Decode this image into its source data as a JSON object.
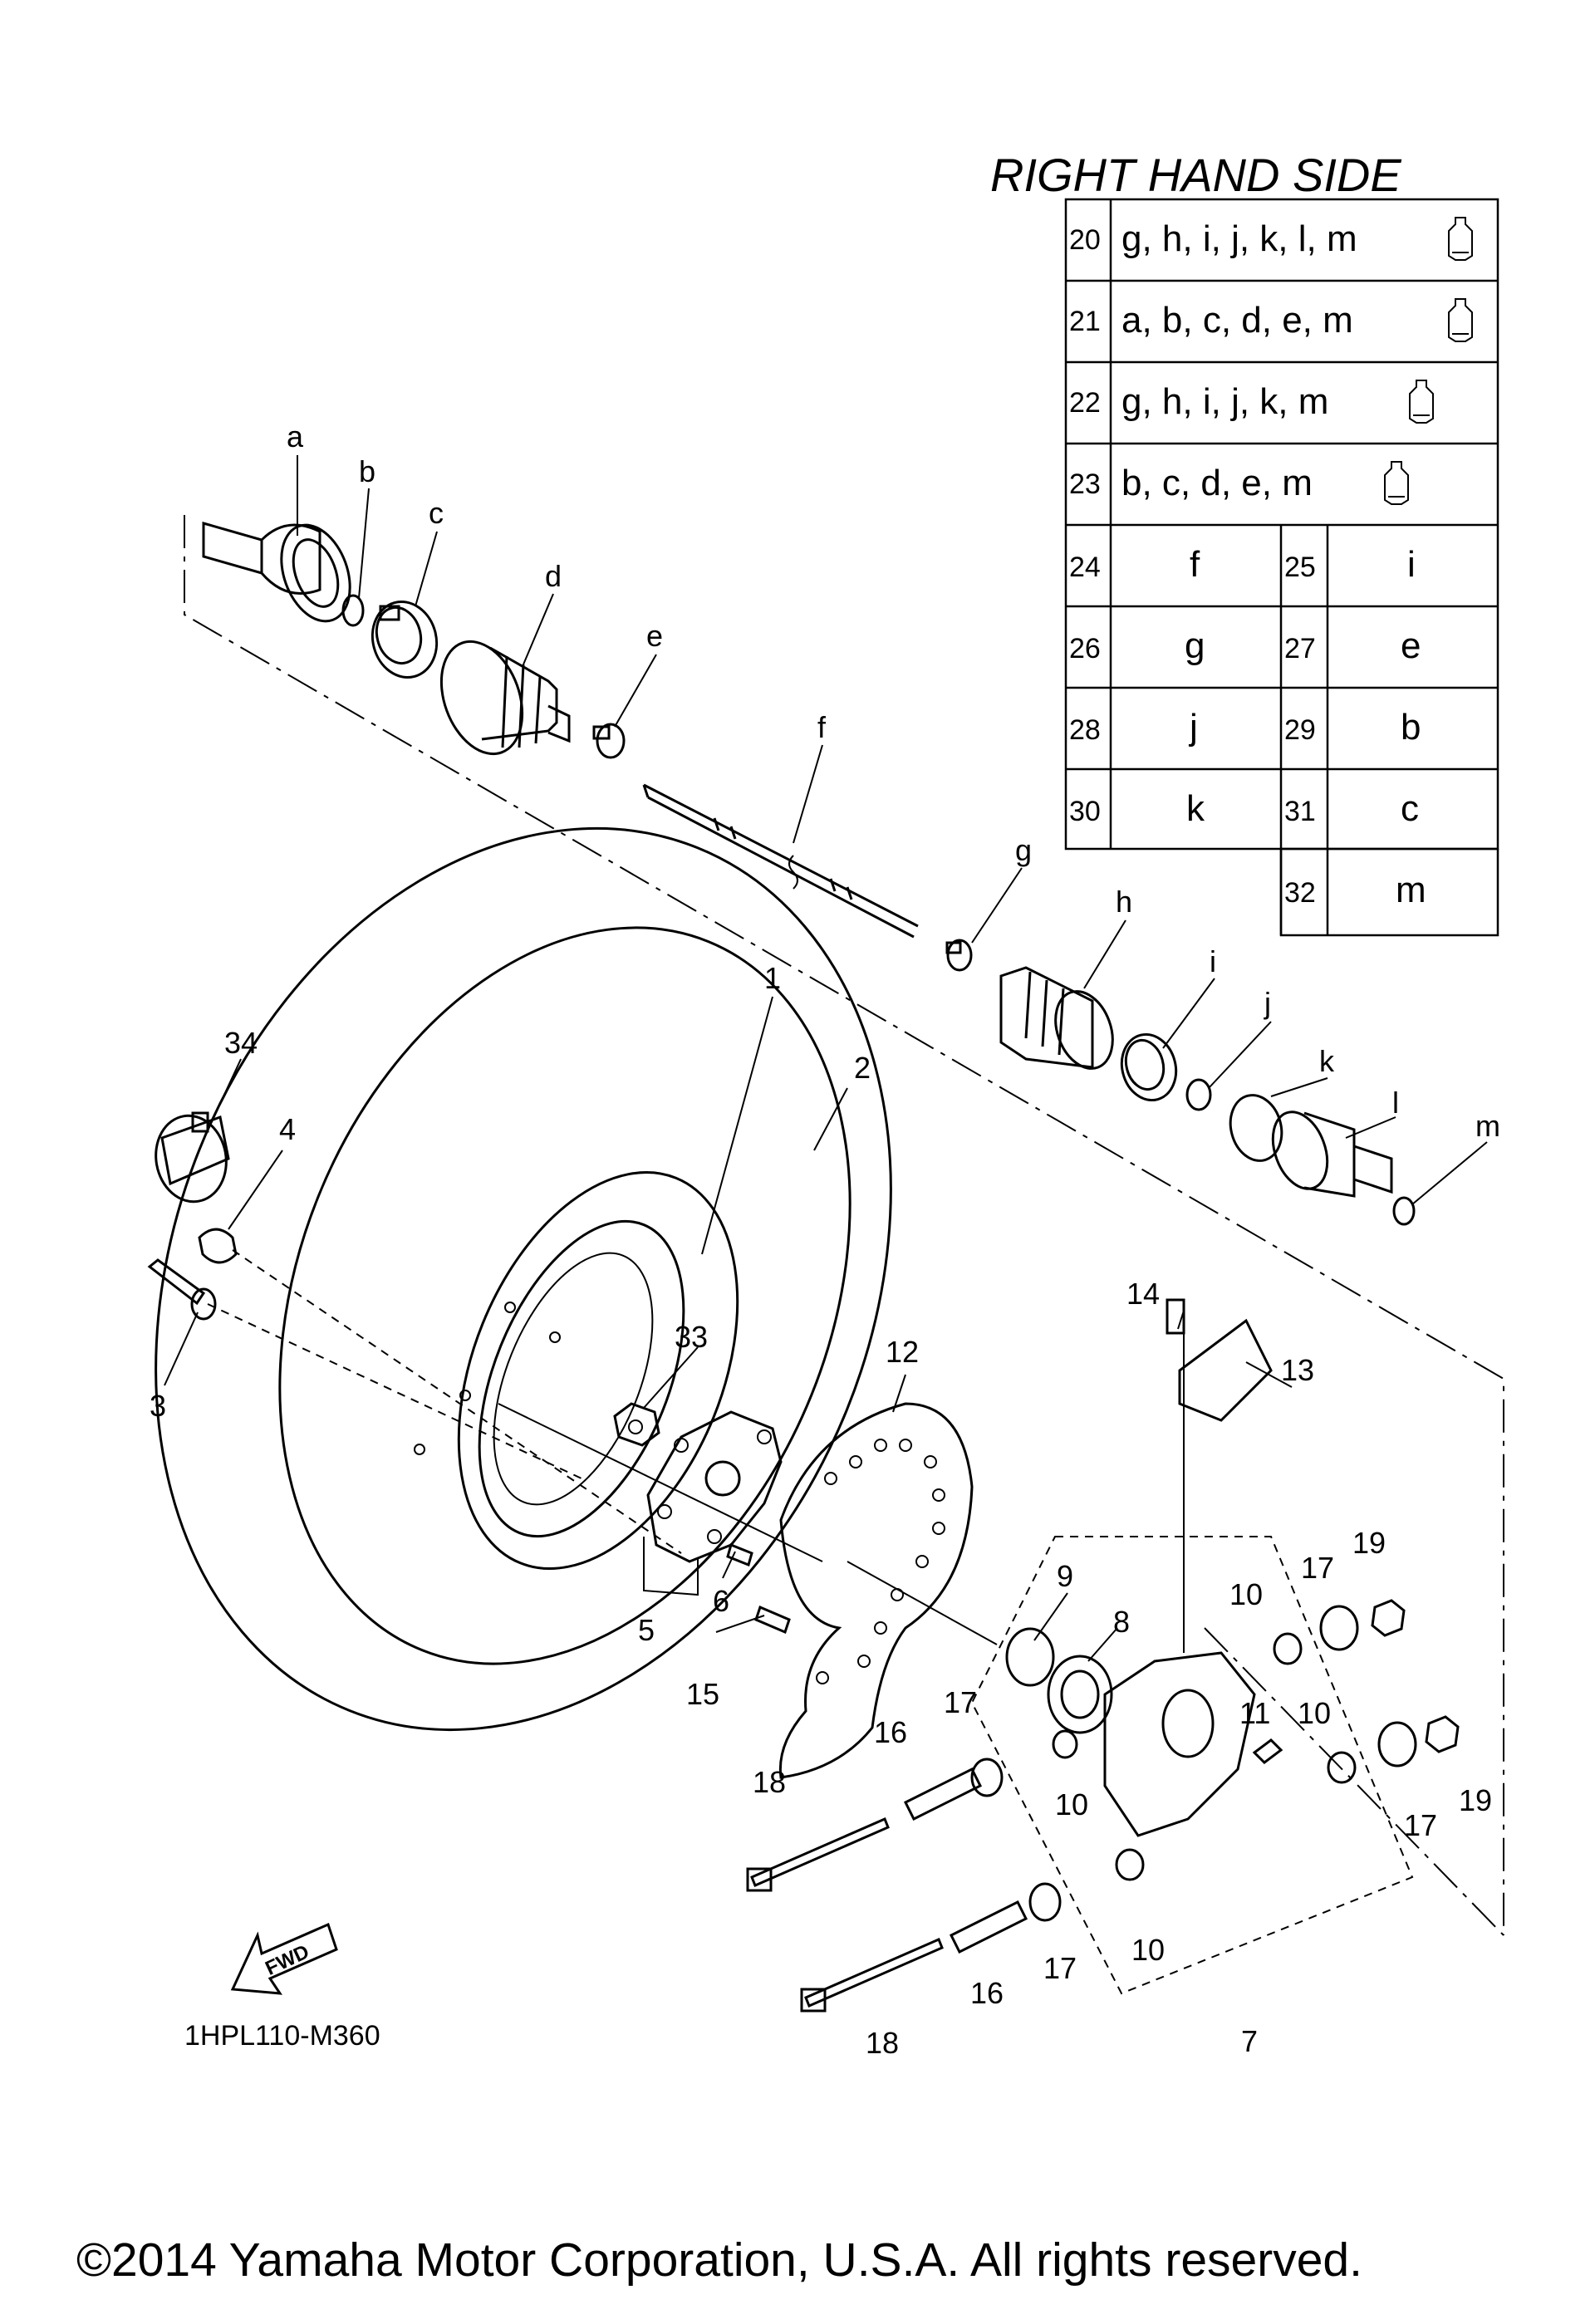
{
  "table": {
    "title": "RIGHT HAND SIDE",
    "wide_rows": [
      {
        "num": "20",
        "letters": "g, h, i, j, k, l, m"
      },
      {
        "num": "21",
        "letters": "a, b, c, d, e, m"
      },
      {
        "num": "22",
        "letters": "g, h, i, j, k, m"
      },
      {
        "num": "23",
        "letters": "b, c, d, e, m"
      }
    ],
    "pair_rows": [
      {
        "num1": "24",
        "val1": "f",
        "num2": "25",
        "val2": "i"
      },
      {
        "num1": "26",
        "val1": "g",
        "num2": "27",
        "val2": "e"
      },
      {
        "num1": "28",
        "val1": "j",
        "num2": "29",
        "val2": "b"
      },
      {
        "num1": "30",
        "val1": "k",
        "num2": "31",
        "val2": "c"
      }
    ],
    "last_row": {
      "num": "32",
      "val": "m"
    }
  },
  "callouts": {
    "a": "a",
    "b": "b",
    "c": "c",
    "d": "d",
    "e": "e",
    "f": "f",
    "g": "g",
    "h": "h",
    "i": "i",
    "j": "j",
    "k": "k",
    "l": "l",
    "m": "m",
    "p1": "1",
    "p2": "2",
    "p3": "3",
    "p4": "4",
    "p5": "5",
    "p6": "6",
    "p7": "7",
    "p8": "8",
    "p9": "9",
    "p10": "10",
    "p11": "11",
    "p12": "12",
    "p13": "13",
    "p14": "14",
    "p15": "15",
    "p16": "16",
    "p17": "17",
    "p18": "18",
    "p19": "19",
    "p33": "33",
    "p34": "34"
  },
  "fwd_label": "FWD",
  "diagram_code": "1HPL110-M360",
  "copyright": "©2014 Yamaha Motor Corporation, U.S.A. All rights reserved."
}
